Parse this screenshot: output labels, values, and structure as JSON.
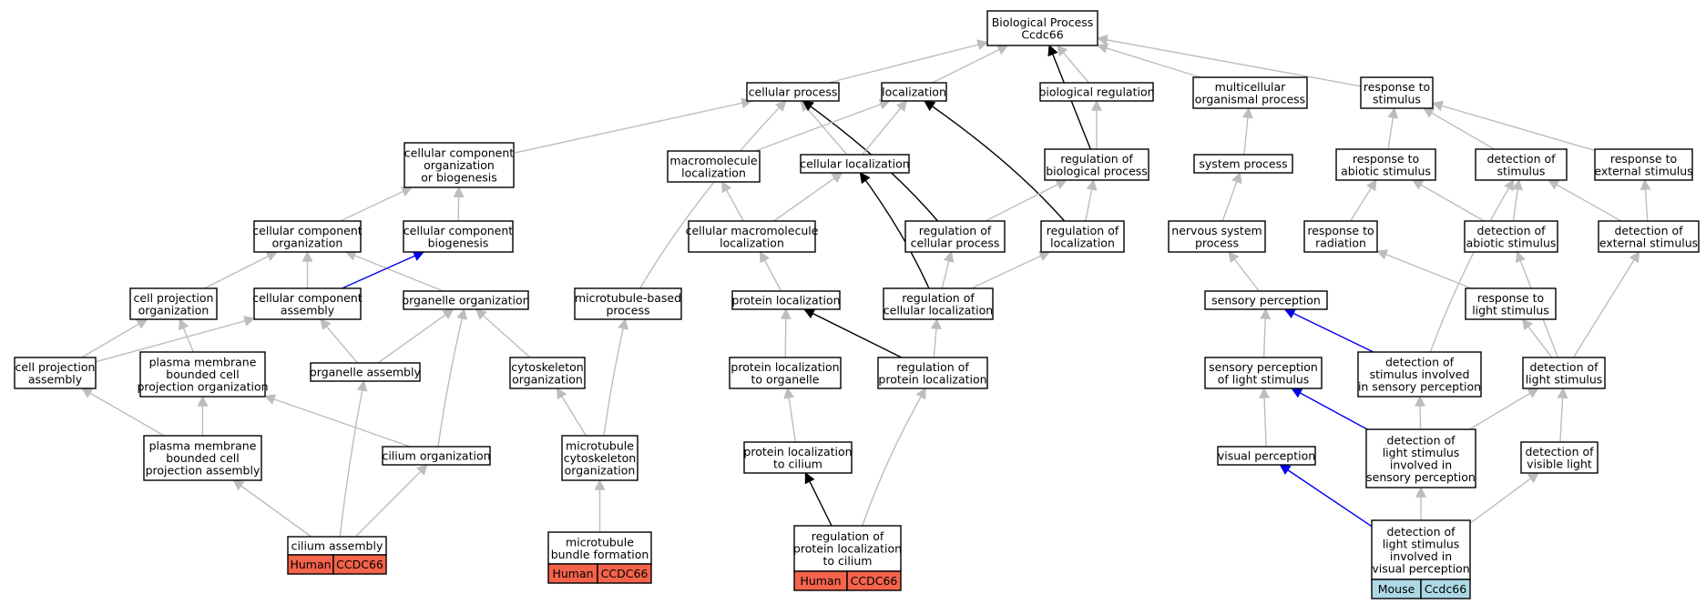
{
  "colors": {
    "edge_default": "#bdbdbd",
    "edge_black": "#000000",
    "edge_blue": "#0000ee",
    "human_annotation": "#f4634b",
    "mouse_annotation": "#add8e6"
  },
  "nodes": [
    {
      "id": "bp",
      "lines": [
        "Biological Process",
        "Ccdc66"
      ]
    },
    {
      "id": "cellproc",
      "lines": [
        "cellular process"
      ]
    },
    {
      "id": "loc",
      "lines": [
        "localization"
      ]
    },
    {
      "id": "bioreg",
      "lines": [
        "biological regulation"
      ]
    },
    {
      "id": "multi",
      "lines": [
        "multicellular",
        "organismal process"
      ]
    },
    {
      "id": "resp",
      "lines": [
        "response to",
        "stimulus"
      ]
    },
    {
      "id": "ccob",
      "lines": [
        "cellular component",
        "organization",
        "or biogenesis"
      ]
    },
    {
      "id": "macroloc",
      "lines": [
        "macromolecule",
        "localization"
      ]
    },
    {
      "id": "cellloc",
      "lines": [
        "cellular localization"
      ]
    },
    {
      "id": "regbio",
      "lines": [
        "regulation of",
        "biological process"
      ]
    },
    {
      "id": "sysproc",
      "lines": [
        "system process"
      ]
    },
    {
      "id": "respabio",
      "lines": [
        "response to",
        "abiotic stimulus"
      ]
    },
    {
      "id": "detstim",
      "lines": [
        "detection of",
        "stimulus"
      ]
    },
    {
      "id": "respext",
      "lines": [
        "response to",
        "external stimulus"
      ]
    },
    {
      "id": "cco",
      "lines": [
        "cellular component",
        "organization"
      ]
    },
    {
      "id": "ccbio",
      "lines": [
        "cellular component",
        "biogenesis"
      ]
    },
    {
      "id": "cmacroloc",
      "lines": [
        "cellular macromolecule",
        "localization"
      ]
    },
    {
      "id": "regcell",
      "lines": [
        "regulation of",
        "cellular process"
      ]
    },
    {
      "id": "regloc",
      "lines": [
        "regulation of",
        "localization"
      ]
    },
    {
      "id": "nerv",
      "lines": [
        "nervous system",
        "process"
      ]
    },
    {
      "id": "resprad",
      "lines": [
        "response to",
        "radiation"
      ]
    },
    {
      "id": "detabio",
      "lines": [
        "detection of",
        "abiotic stimulus"
      ]
    },
    {
      "id": "detext",
      "lines": [
        "detection of",
        "external stimulus"
      ]
    },
    {
      "id": "cpo",
      "lines": [
        "cell projection",
        "organization"
      ]
    },
    {
      "id": "cca",
      "lines": [
        "cellular component",
        "assembly"
      ]
    },
    {
      "id": "orgorg",
      "lines": [
        "organelle organization"
      ]
    },
    {
      "id": "mtbp",
      "lines": [
        "microtubule-based",
        "process"
      ]
    },
    {
      "id": "protloc",
      "lines": [
        "protein localization"
      ]
    },
    {
      "id": "regcellloc",
      "lines": [
        "regulation of",
        "cellular localization"
      ]
    },
    {
      "id": "sensperc",
      "lines": [
        "sensory perception"
      ]
    },
    {
      "id": "resplight",
      "lines": [
        "response to",
        "light stimulus"
      ]
    },
    {
      "id": "cpa",
      "lines": [
        "cell projection",
        "assembly"
      ]
    },
    {
      "id": "pmbcpo",
      "lines": [
        "plasma membrane",
        "bounded cell",
        "projection organization"
      ]
    },
    {
      "id": "orgasm",
      "lines": [
        "organelle assembly"
      ]
    },
    {
      "id": "cytorg",
      "lines": [
        "cytoskeleton",
        "organization"
      ]
    },
    {
      "id": "protlocorg",
      "lines": [
        "protein localization",
        "to organelle"
      ]
    },
    {
      "id": "regprotloc",
      "lines": [
        "regulation of",
        "protein localization"
      ]
    },
    {
      "id": "senspercl",
      "lines": [
        "sensory perception",
        "of light stimulus"
      ]
    },
    {
      "id": "detsens",
      "lines": [
        "detection of",
        "stimulus involved",
        "in sensory perception"
      ]
    },
    {
      "id": "detlight",
      "lines": [
        "detection of",
        "light stimulus"
      ]
    },
    {
      "id": "pmbcpa",
      "lines": [
        "plasma membrane",
        "bounded cell",
        "projection assembly"
      ]
    },
    {
      "id": "ciliumorg",
      "lines": [
        "cilium organization"
      ]
    },
    {
      "id": "mtcyto",
      "lines": [
        "microtubule",
        "cytoskeleton",
        "organization"
      ]
    },
    {
      "id": "protloccil",
      "lines": [
        "protein localization",
        "to cilium"
      ]
    },
    {
      "id": "visperc",
      "lines": [
        "visual perception"
      ]
    },
    {
      "id": "detlightsens",
      "lines": [
        "detection of",
        "light stimulus",
        "involved in",
        "sensory perception"
      ]
    },
    {
      "id": "detvis",
      "lines": [
        "detection of",
        "visible light"
      ]
    },
    {
      "id": "ciliumasm",
      "lines": [
        "cilium assembly"
      ],
      "annotation": [
        "Human",
        "CCDC66"
      ]
    },
    {
      "id": "mtbundle",
      "lines": [
        "microtubule",
        "bundle formation"
      ],
      "annotation": [
        "Human",
        "CCDC66"
      ]
    },
    {
      "id": "regprotloccil",
      "lines": [
        "regulation of",
        "protein localization",
        "to cilium"
      ],
      "annotation": [
        "Human",
        "CCDC66"
      ]
    },
    {
      "id": "detlightvis",
      "lines": [
        "detection of",
        "light stimulus",
        "involved in",
        "visual perception"
      ],
      "annotation": [
        "Mouse",
        "Ccdc66"
      ]
    }
  ],
  "edges": [
    {
      "from": "cellproc",
      "to": "bp",
      "color": "gray"
    },
    {
      "from": "loc",
      "to": "bp",
      "color": "gray"
    },
    {
      "from": "bioreg",
      "to": "bp",
      "color": "gray"
    },
    {
      "from": "multi",
      "to": "bp",
      "color": "gray"
    },
    {
      "from": "resp",
      "to": "bp",
      "color": "gray"
    },
    {
      "from": "regbio",
      "to": "bp",
      "color": "black"
    },
    {
      "from": "ccob",
      "to": "cellproc",
      "color": "gray"
    },
    {
      "from": "mtbp",
      "to": "cellproc",
      "color": "gray"
    },
    {
      "from": "cellloc",
      "to": "cellproc",
      "color": "gray"
    },
    {
      "from": "regcell",
      "to": "cellproc",
      "color": "black"
    },
    {
      "from": "macroloc",
      "to": "loc",
      "color": "gray"
    },
    {
      "from": "cellloc",
      "to": "loc",
      "color": "gray"
    },
    {
      "from": "regloc",
      "to": "loc",
      "color": "black"
    },
    {
      "from": "regbio",
      "to": "bioreg",
      "color": "gray"
    },
    {
      "from": "sysproc",
      "to": "multi",
      "color": "gray"
    },
    {
      "from": "respabio",
      "to": "resp",
      "color": "gray"
    },
    {
      "from": "detstim",
      "to": "resp",
      "color": "gray"
    },
    {
      "from": "respext",
      "to": "resp",
      "color": "gray"
    },
    {
      "from": "cco",
      "to": "ccob",
      "color": "gray"
    },
    {
      "from": "ccbio",
      "to": "ccob",
      "color": "gray"
    },
    {
      "from": "cmacroloc",
      "to": "macroloc",
      "color": "gray"
    },
    {
      "from": "cmacroloc",
      "to": "cellloc",
      "color": "gray"
    },
    {
      "from": "regcellloc",
      "to": "cellloc",
      "color": "black"
    },
    {
      "from": "regcell",
      "to": "regbio",
      "color": "gray"
    },
    {
      "from": "regloc",
      "to": "regbio",
      "color": "gray"
    },
    {
      "from": "nerv",
      "to": "sysproc",
      "color": "gray"
    },
    {
      "from": "resprad",
      "to": "respabio",
      "color": "gray"
    },
    {
      "from": "detabio",
      "to": "respabio",
      "color": "gray"
    },
    {
      "from": "detabio",
      "to": "detstim",
      "color": "gray"
    },
    {
      "from": "detext",
      "to": "detstim",
      "color": "gray"
    },
    {
      "from": "detsens",
      "to": "detstim",
      "color": "gray"
    },
    {
      "from": "detext",
      "to": "respext",
      "color": "gray"
    },
    {
      "from": "cpo",
      "to": "cco",
      "color": "gray"
    },
    {
      "from": "cca",
      "to": "cco",
      "color": "gray"
    },
    {
      "from": "orgorg",
      "to": "cco",
      "color": "gray"
    },
    {
      "from": "cca",
      "to": "ccbio",
      "color": "blue"
    },
    {
      "from": "protloc",
      "to": "cmacroloc",
      "color": "gray"
    },
    {
      "from": "regcellloc",
      "to": "regcell",
      "color": "gray"
    },
    {
      "from": "regcellloc",
      "to": "regloc",
      "color": "gray"
    },
    {
      "from": "sensperc",
      "to": "nerv",
      "color": "gray"
    },
    {
      "from": "resplight",
      "to": "resprad",
      "color": "gray"
    },
    {
      "from": "detlight",
      "to": "detabio",
      "color": "gray"
    },
    {
      "from": "detlight",
      "to": "detext",
      "color": "gray"
    },
    {
      "from": "cpa",
      "to": "cpo",
      "color": "gray"
    },
    {
      "from": "pmbcpo",
      "to": "cpo",
      "color": "gray"
    },
    {
      "from": "cpa",
      "to": "cca",
      "color": "gray"
    },
    {
      "from": "orgasm",
      "to": "cca",
      "color": "gray"
    },
    {
      "from": "orgasm",
      "to": "orgorg",
      "color": "gray"
    },
    {
      "from": "cytorg",
      "to": "orgorg",
      "color": "gray"
    },
    {
      "from": "ciliumorg",
      "to": "orgorg",
      "color": "gray"
    },
    {
      "from": "mtcyto",
      "to": "mtbp",
      "color": "gray"
    },
    {
      "from": "protlocorg",
      "to": "protloc",
      "color": "gray"
    },
    {
      "from": "regprotloc",
      "to": "protloc",
      "color": "black"
    },
    {
      "from": "regprotloc",
      "to": "regcellloc",
      "color": "gray"
    },
    {
      "from": "senspercl",
      "to": "sensperc",
      "color": "gray"
    },
    {
      "from": "detsens",
      "to": "sensperc",
      "color": "blue"
    },
    {
      "from": "detlight",
      "to": "resplight",
      "color": "gray"
    },
    {
      "from": "pmbcpa",
      "to": "cpa",
      "color": "gray"
    },
    {
      "from": "pmbcpa",
      "to": "pmbcpo",
      "color": "gray"
    },
    {
      "from": "ciliumorg",
      "to": "pmbcpo",
      "color": "gray"
    },
    {
      "from": "mtcyto",
      "to": "cytorg",
      "color": "gray"
    },
    {
      "from": "protloccil",
      "to": "protlocorg",
      "color": "gray"
    },
    {
      "from": "visperc",
      "to": "senspercl",
      "color": "gray"
    },
    {
      "from": "detlightsens",
      "to": "senspercl",
      "color": "blue"
    },
    {
      "from": "detlightsens",
      "to": "detsens",
      "color": "gray"
    },
    {
      "from": "detlightsens",
      "to": "detlight",
      "color": "gray"
    },
    {
      "from": "detvis",
      "to": "detlight",
      "color": "gray"
    },
    {
      "from": "ciliumasm",
      "to": "pmbcpa",
      "color": "gray"
    },
    {
      "from": "ciliumasm",
      "to": "orgasm",
      "color": "gray"
    },
    {
      "from": "ciliumasm",
      "to": "ciliumorg",
      "color": "gray"
    },
    {
      "from": "mtbundle",
      "to": "mtcyto",
      "color": "gray"
    },
    {
      "from": "regprotloccil",
      "to": "protloccil",
      "color": "black"
    },
    {
      "from": "regprotloccil",
      "to": "regprotloc",
      "color": "gray"
    },
    {
      "from": "detlightvis",
      "to": "visperc",
      "color": "blue"
    },
    {
      "from": "detlightvis",
      "to": "detlightsens",
      "color": "gray"
    },
    {
      "from": "detlightvis",
      "to": "detvis",
      "color": "gray"
    }
  ]
}
